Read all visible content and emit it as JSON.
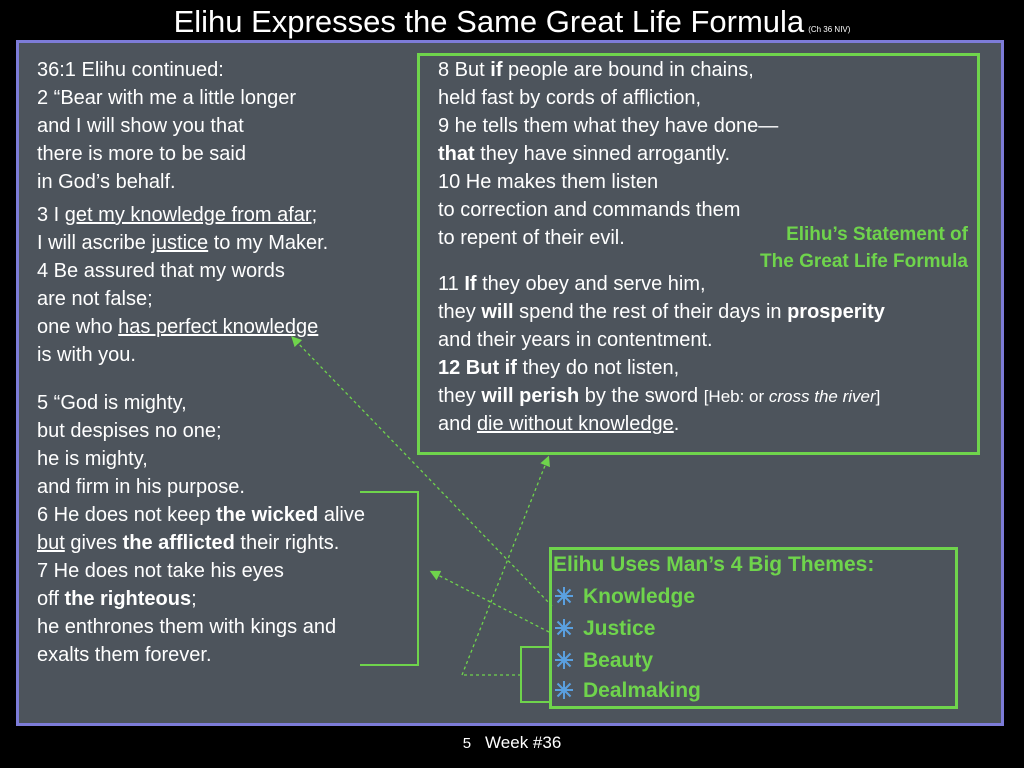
{
  "title": {
    "main": "Elihu Expresses the Same Great Life Formula",
    "reference": "(Ch 36 NIV)"
  },
  "colors": {
    "background": "#000000",
    "slide": "#4d545c",
    "slide_border": "#7d7cd8",
    "accent_green": "#6fd44c",
    "text": "#ffffff"
  },
  "left_column": {
    "block1": [
      "36:1  Elihu continued:",
      "2 “Bear with me a little longer",
      "and I will show you that",
      "there is more to be said",
      "in God’s behalf."
    ],
    "block2": {
      "l1_pre": "3 I ",
      "l1_u": "get my knowledge from afar",
      "l1_post": ";",
      "l2_pre": "I will ascribe ",
      "l2_u": "justice",
      "l2_post": " to my Maker.",
      "l3": "4 Be assured that my words",
      "l4": "are not false;",
      "l5_pre": "one who ",
      "l5_u": "has perfect knowledge",
      "l6": "is with you."
    },
    "block3": {
      "l1": "5 “God is mighty,",
      "l2": "but despises no one;",
      "l3": "he is mighty,",
      "l4": "and firm in his purpose.",
      "l5_pre": "6 He does not keep ",
      "l5_b": "the wicked",
      "l5_post": " alive",
      "l6_u": "but",
      "l6_mid": " gives ",
      "l6_b": "the afflicted",
      "l6_post": " their rights.",
      "l7": "7 He does not take his eyes",
      "l8_pre": "off ",
      "l8_b": "the righteous",
      "l8_post": ";",
      "l9": "he enthrones them with kings and",
      "l10": "exalts them forever."
    }
  },
  "right_column": {
    "l1_pre": "8 But ",
    "l1_b": "if",
    "l1_post": " people are bound in chains,",
    "l2": "held fast by cords of affliction,",
    "l3": "9 he tells them what they have done—",
    "l4_b": "that",
    "l4_post": " they have sinned arrogantly.",
    "l5": "10 He makes them listen",
    "l6": "to correction and commands them",
    "l7": "to repent of their evil.",
    "l8_pre": "11 ",
    "l8_b": "If",
    "l8_post": " they obey and serve him,",
    "l9_pre": "they ",
    "l9_b": "will",
    "l9_mid": " spend the rest of their days in ",
    "l9_b2": "prosperity",
    "l10": "and their years in contentment.",
    "l11_b": "12 But if",
    "l11_post": " they do not listen,",
    "l12_pre": "they ",
    "l12_b": "will perish",
    "l12_mid": " by the sword ",
    "l12_note_open": "[Heb: or ",
    "l12_note_i": "cross the river",
    "l12_note_close": "]",
    "l13_pre": "and ",
    "l13_u": "die without knowledge",
    "l13_post": "."
  },
  "statement": [
    "Elihu’s Statement of",
    "The Great Life Formula"
  ],
  "themes": {
    "title": "Elihu Uses Man’s 4 Big Themes:",
    "items": [
      "Knowledge",
      "Justice",
      "Beauty",
      "Dealmaking"
    ],
    "bullet_icon": "starburst-icon",
    "bullet_color": "#5aa0e0"
  },
  "footer": {
    "page_number": "5",
    "week": "Week #36"
  }
}
